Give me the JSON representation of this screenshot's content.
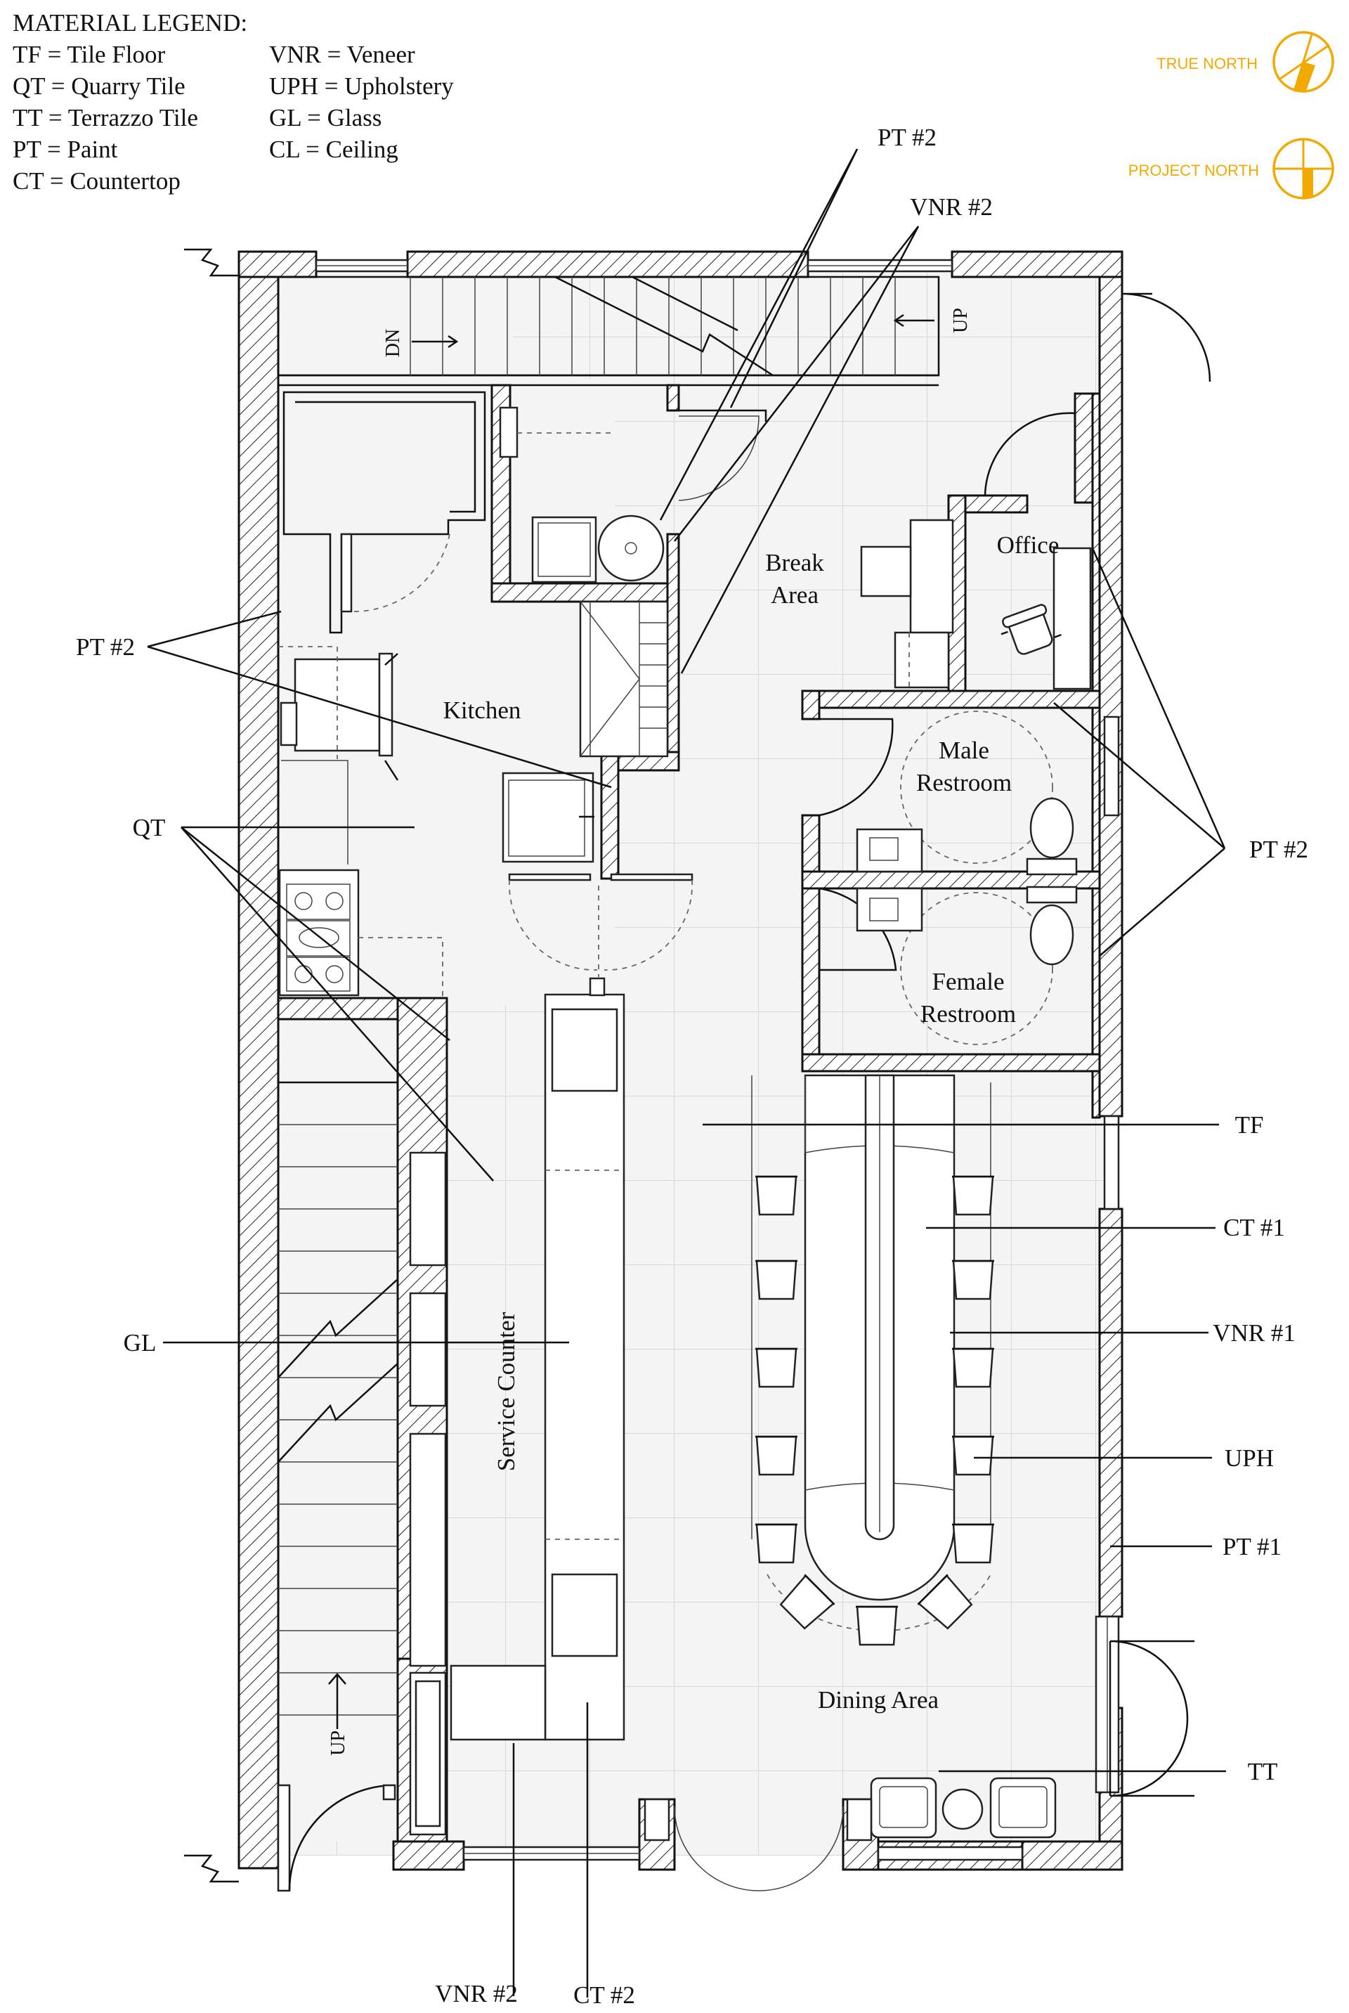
{
  "legend": {
    "title": "MATERIAL LEGEND:",
    "col1": [
      "TF = Tile Floor",
      "QT = Quarry Tile",
      "TT = Terrazzo Tile",
      "PT = Paint",
      "CT = Countertop"
    ],
    "col2": [
      "VNR = Veneer",
      "UPH = Upholstery",
      "GL = Glass",
      "CL = Ceiling"
    ]
  },
  "north": {
    "true_label": "TRUE NORTH",
    "project_label": "PROJECT NORTH",
    "color": "#f2a900"
  },
  "rooms": {
    "break": [
      "Break",
      "Area"
    ],
    "office": "Office",
    "kitchen": "Kitchen",
    "male": [
      "Male",
      "Restroom"
    ],
    "female": [
      "Female",
      "Restroom"
    ],
    "service": "Service Counter",
    "dining": "Dining Area"
  },
  "stairs": {
    "dn": "DN",
    "up_top": "UP",
    "up_bottom": "UP"
  },
  "callouts": {
    "pt2_top": "PT #2",
    "vnr2_top": "VNR #2",
    "pt2_left": "PT #2",
    "qt": "QT",
    "pt2_right": "PT #2",
    "tf": "TF",
    "ct1": "CT #1",
    "gl": "GL",
    "vnr1": "VNR #1",
    "uph": "UPH",
    "pt1": "PT #1",
    "tt": "TT",
    "vnr2_bottom": "VNR #2",
    "ct2_bottom": "CT #2"
  }
}
